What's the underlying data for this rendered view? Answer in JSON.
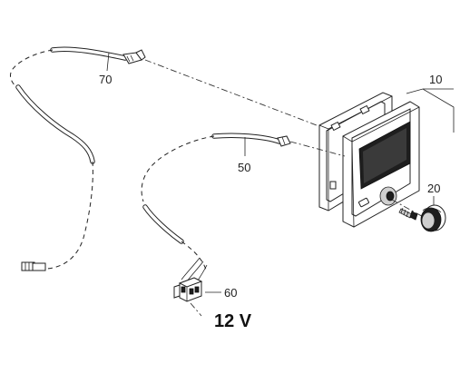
{
  "labels": {
    "display_unit": "10",
    "knob": "20",
    "cable_50": "50",
    "power_connector": "60",
    "cable_70": "70"
  },
  "voltage": "12 V"
}
